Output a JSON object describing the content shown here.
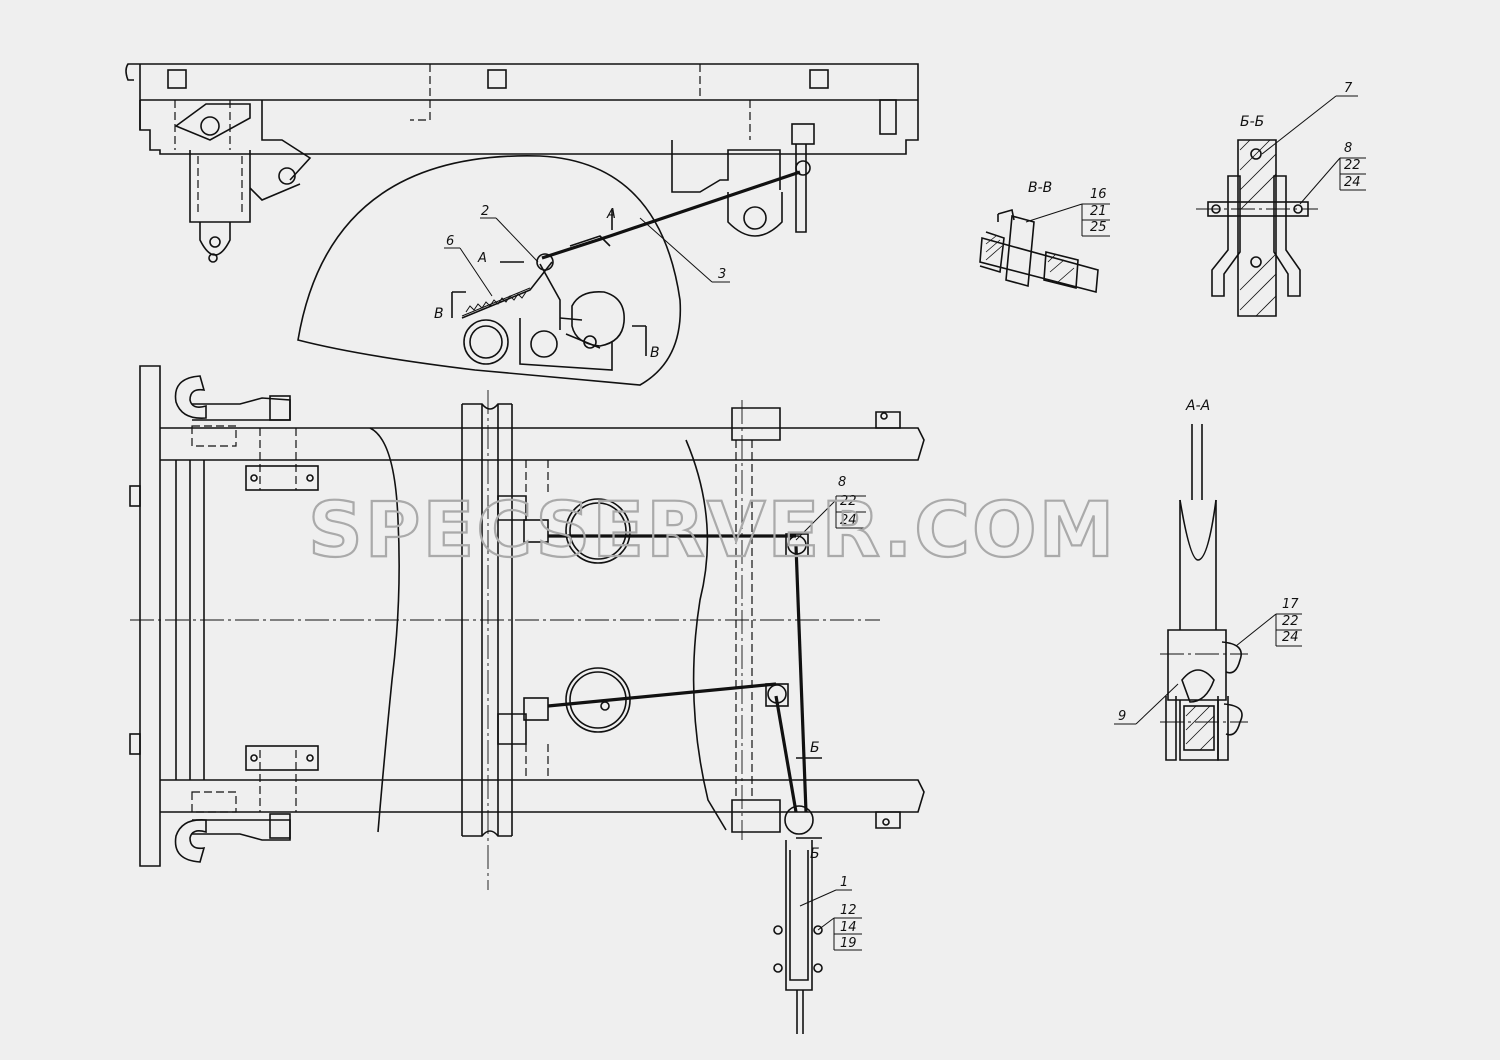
{
  "watermark": "SPECSERVER.COM",
  "section_titles": {
    "bb_top": "Б-Б",
    "vv": "В-В",
    "aa": "А-А"
  },
  "cut_letters": {
    "a": "А",
    "b": "Б",
    "v": "В"
  },
  "callouts": {
    "c1": "1",
    "c2": "2",
    "c3": "3",
    "c6": "6",
    "c7": "7",
    "c8_top": "8",
    "c22_top": "22",
    "c24_top": "24",
    "c16": "16",
    "c21": "21",
    "c25": "25",
    "c8_mid": "8",
    "c22_mid": "22",
    "c24_mid": "24",
    "c17": "17",
    "c22_aa": "22",
    "c24_aa": "24",
    "c9": "9",
    "c12": "12",
    "c14": "14",
    "c19": "19"
  }
}
